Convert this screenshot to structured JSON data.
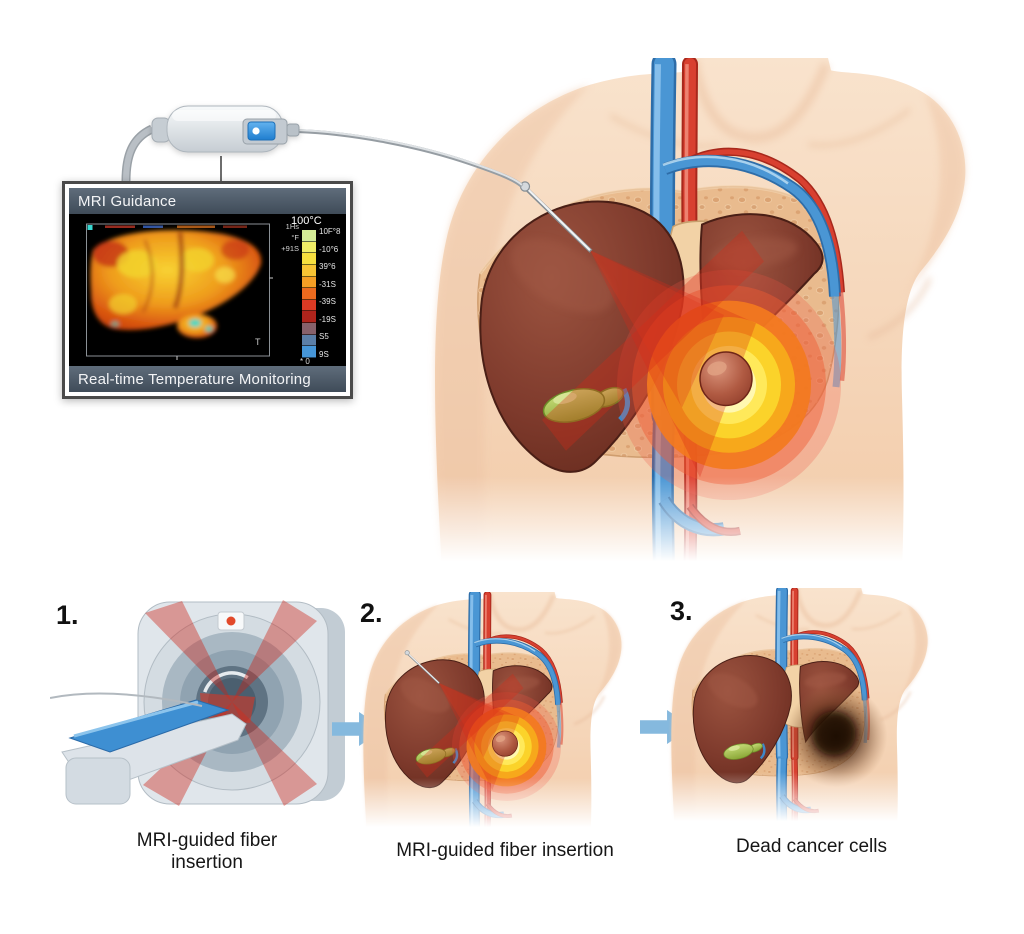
{
  "monitor": {
    "title": "MRI Guidance",
    "subtitle": "Real-time Temperature Monitoring",
    "scale": {
      "top_label": "100°C",
      "labels": [
        "10F°8",
        "-10°6",
        "39°6",
        "-31S",
        "-39S",
        "-19S",
        "S5",
        "9S"
      ],
      "bottom_label": "* 0",
      "colors": [
        "#d4ec96",
        "#f0ee66",
        "#f6df3e",
        "#f8c434",
        "#f59e24",
        "#ec6a1e",
        "#da3a24",
        "#b0241c",
        "#87616b",
        "#5b7fa8",
        "#4696d8"
      ]
    },
    "image_annotations": {
      "a1": "1Hs",
      "a2": "°F",
      "a3": "+91S",
      "corner": "T"
    }
  },
  "steps": [
    {
      "number": "1.",
      "caption": "MRI-guided fiber insertion"
    },
    {
      "number": "2.",
      "caption": "MRI-guided fiber insertion"
    },
    {
      "number": "3.",
      "caption": "Dead cancer cells"
    }
  ],
  "colors": {
    "arrow": "#85b9de",
    "monitor_bar": "#4d5c6c",
    "skin": "#f6d7bd",
    "liver": "#7e3a2c",
    "vein_blue": "#4a96d4",
    "artery_red": "#d84030",
    "glow_core": "#fff8b0",
    "glow_outer": "#ee5545",
    "mri_beam": "#ce2014"
  }
}
